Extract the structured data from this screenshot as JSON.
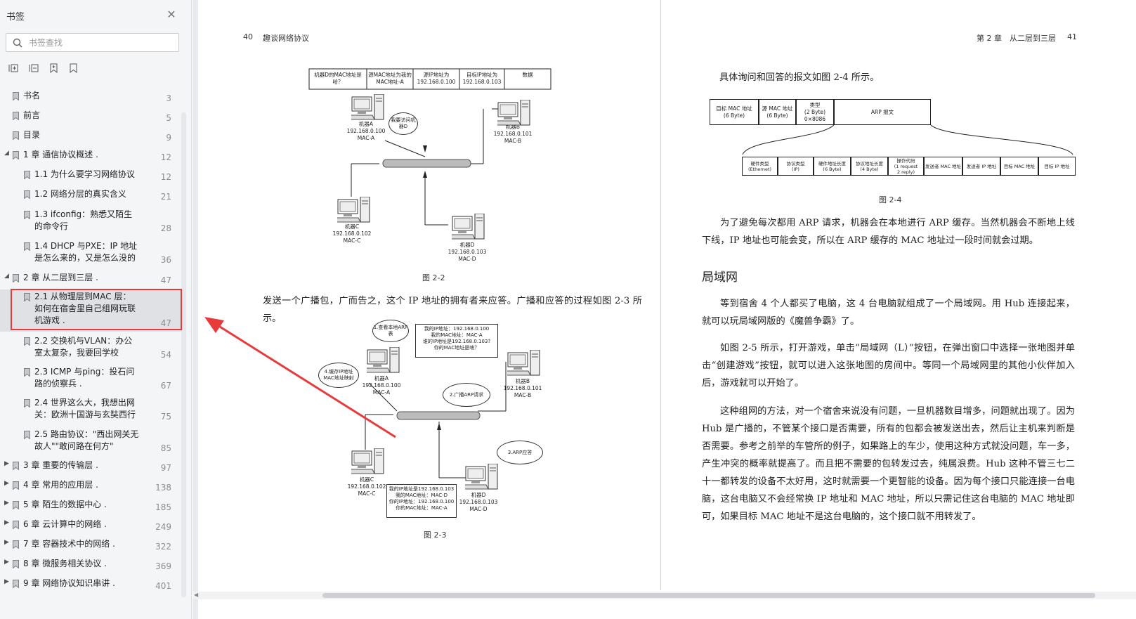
{
  "sidebar": {
    "title": "书签",
    "close_icon": "close-icon",
    "search_placeholder": "书签查找",
    "bookmarks": [
      {
        "label": "书名",
        "page": "3",
        "level": 0,
        "expander": ""
      },
      {
        "label": "前言",
        "page": "5",
        "level": 0,
        "expander": ""
      },
      {
        "label": "目录",
        "page": "9",
        "level": 0,
        "expander": ""
      },
      {
        "label": "1 章 通信协议概述 .",
        "page": "12",
        "level": 0,
        "expander": "▲"
      },
      {
        "label": "1.1 为什么要学习网络协议",
        "page": "12",
        "level": 1,
        "expander": ""
      },
      {
        "label": "1.2 网络分层的真实含义",
        "page": "21",
        "level": 1,
        "expander": ""
      },
      {
        "label": "1.3 ifconfig：熟悉又陌生\n的命令行",
        "page": "28",
        "level": 1,
        "expander": ""
      },
      {
        "label": "1.4 DHCP 与PXE：IP 地址\n是怎么来的，又是怎么没的",
        "page": "36",
        "level": 1,
        "expander": ""
      },
      {
        "label": "2 章 从二层到三层 .",
        "page": "47",
        "level": 0,
        "expander": "▲"
      },
      {
        "label": "2.1 从物理层到MAC 层：\n如何在宿舍里自己组网玩联\n机游戏 .",
        "page": "47",
        "level": 1,
        "expander": "",
        "selected": true
      },
      {
        "label": "2.2 交换机与VLAN：办公\n室太复杂，我要回学校",
        "page": "54",
        "level": 1,
        "expander": ""
      },
      {
        "label": "2.3 ICMP 与ping：投石问\n路的侦察兵 .",
        "page": "67",
        "level": 1,
        "expander": ""
      },
      {
        "label": "2.4 世界这么大，我想出网\n关：欧洲十国游与玄奘西行",
        "page": "75",
        "level": 1,
        "expander": ""
      },
      {
        "label": "2.5 路由协议：\"西出网关无\n故人\"\"敢问路在何方\"",
        "page": "85",
        "level": 1,
        "expander": ""
      },
      {
        "label": "3 章 重要的传输层 .",
        "page": "97",
        "level": 0,
        "expander": "▶"
      },
      {
        "label": "4 章 常用的应用层 .",
        "page": "138",
        "level": 0,
        "expander": "▶"
      },
      {
        "label": "5 章 陌生的数据中心 .",
        "page": "185",
        "level": 0,
        "expander": "▶"
      },
      {
        "label": "6 章 云计算中的网络 .",
        "page": "249",
        "level": 0,
        "expander": "▶"
      },
      {
        "label": "7 章 容器技术中的网络 .",
        "page": "322",
        "level": 0,
        "expander": "▶"
      },
      {
        "label": "8 章 微服务相关协议 .",
        "page": "369",
        "level": 0,
        "expander": "▶"
      },
      {
        "label": "9 章 网络协议知识串讲 .",
        "page": "401",
        "level": 0,
        "expander": "▶"
      }
    ]
  },
  "left_page": {
    "page_number": "40",
    "running_title": "趣谈网络协议",
    "fig22": {
      "header_cells": [
        "机器D的MAC地址是哈？",
        "源MAC地址为我的MAC地址-A",
        "源IP地址为192.168.0.100",
        "目标IP地址为192.168.0.103",
        "数据"
      ],
      "machine_a": [
        "机器A",
        "192.168.0.100",
        "MAC-A"
      ],
      "machine_b": [
        "机器B",
        "192.168.0.101",
        "MAC-B"
      ],
      "machine_c": [
        "机器C",
        "192.168.0.102",
        "MAC-C"
      ],
      "machine_d": [
        "机器D",
        "192.168.0.103",
        "MAC-D"
      ],
      "bubble": "我要访问机器D",
      "caption": "图 2-2"
    },
    "paragraph": "发送一个广播包，广而告之，这个 IP 地址的拥有者来应答。广播和应答的过程如图 2-3 所示。",
    "fig23": {
      "bubble1": "1.查看本地ARP表",
      "note_top": "我的IP地址：192.168.0.100\n我的MAC地址：MAC-A\n谁的IP地址是192.168.0.103?\n你的MAC地址是啥？",
      "bubble4": "4.缓存IP地址MAC地址映射",
      "bubble2": "2.广播ARP请求",
      "bubble3": "3.ARP应答",
      "note_bottom": "我的IP地址是192.168.0.103\n我的MAC地址：MAC-D\n你的IP地址：192.168.0.100\n你的MAC地址：MAC-A",
      "machine_a": [
        "机器A",
        "192.168.0.100",
        "MAC-A"
      ],
      "machine_b": [
        "机器B",
        "192.168.0.101",
        "MAC-B"
      ],
      "machine_c": [
        "机器C",
        "192.168.0.102",
        "MAC-C"
      ],
      "machine_d": [
        "机器D",
        "192.168.0.103",
        "MAC-D"
      ],
      "caption": "图 2-3"
    }
  },
  "right_page": {
    "chapter_title": "第 2 章　从二层到三层",
    "page_number": "41",
    "intro": "具体询问和回答的报文如图 2-4 所示。",
    "fig24": {
      "top_cells": [
        "目标 MAC 地址\n(6 Byte)",
        "源 MAC 地址\n(6 Byte)",
        "类型\n(2 Byte)\n0×8086",
        "ARP 报文"
      ],
      "bottom_cells": [
        "硬件类型\n(Ethernet)",
        "协议类型\n(IP)",
        "硬件地址长度\n(6 Byte)",
        "协议地址长度\n(4 Byte)",
        "操作代码\n(1 request\n2 reply)",
        "发送者 MAC 地址",
        "发送者 IP 地址",
        "目标 MAC 地址",
        "目标 IP 地址"
      ],
      "caption": "图 2-4"
    },
    "para1": "为了避免每次都用 ARP 请求，机器会在本地进行 ARP 缓存。当然机器会不断地上线下线，IP 地址也可能会变，所以在 ARP 缓存的 MAC 地址过一段时间就会过期。",
    "section": "局域网",
    "para2": "等到宿舍 4 个人都买了电脑，这 4 台电脑就组成了一个局域网。用 Hub 连接起来，就可以玩局域网版的《魔兽争霸》了。",
    "para3": "如图 2-5 所示，打开游戏，单击“局域网（L）”按钮，在弹出窗口中选择一张地图并单击“创建游戏”按钮，就可以进入这张地图的房间中。等同一个局域网里的其他小伙伴加入后，游戏就可以开始了。",
    "para4": "这种组网的方法，对一个宿舍来说没有问题，一旦机器数目增多，问题就出现了。因为 Hub 是广播的，不管某个接口是否需要，所有的包都会被发送出去，然后让主机来判断是否需要。参考之前举的车管所的例子，如果路上的车少，使用这种方式就没问题，车一多，产生冲突的概率就提高了。而且把不需要的包转发过去，纯属浪费。Hub 这种不管三七二十一都转发的设备不太好用，这时就需要一个更智能的设备。因为每个接口只能连接一台电脑，这台电脑又不会经常换 IP 地址和 MAC 地址，所以只需记住这台电脑的 MAC 地址即可，如果目标 MAC 地址不是这台电脑的，这个接口就不用转发了。"
  },
  "colors": {
    "annotation": "#e8393b",
    "selected_bg": "#dfe1e5",
    "sidebar_bg": "#f4f5f7"
  }
}
